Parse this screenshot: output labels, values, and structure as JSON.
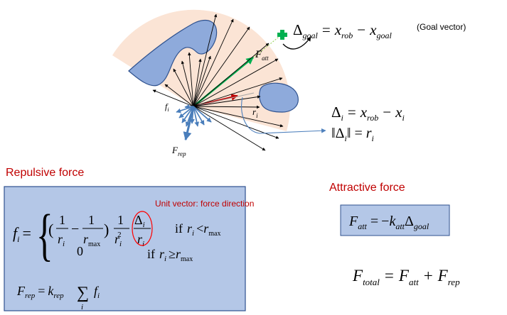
{
  "colors": {
    "region_fill": "#fbe4d5",
    "obstacle_fill": "#8eaadb",
    "obstacle_stroke": "#2f528f",
    "formula_box_fill": "#b4c7e7",
    "heading_red": "#c00000",
    "unit_vector_circle": "#ff0000",
    "goal_arrow": "#00b050",
    "red_arrow": "#c00000",
    "blue_arrow": "#4a7ebb",
    "pointer_blue": "#4f81bd"
  },
  "icons": {
    "goal_marker": "plus-icon"
  },
  "text": {
    "goal_note": "(Goal vector)",
    "repulsive_heading": "Repulsive force",
    "attractive_heading": "Attractive force",
    "unit_vector_note": "Unit vector: force direction"
  },
  "math": {
    "delta_goal": {
      "D": "Δ",
      "s1": "goal",
      "eq": "=",
      "x1": "x",
      "s2": "rob",
      "minus": "−",
      "x2": "x",
      "s3": "goal"
    },
    "delta_i": {
      "D": "Δ",
      "s1": "i",
      "eq": "=",
      "x1": "x",
      "s2": "rob",
      "minus": "−",
      "x2": "x",
      "s3": "i"
    },
    "norm_delta": {
      "bars_l": "‖",
      "D": "Δ",
      "s1": "i",
      "bars_r": "‖",
      "eq": "=",
      "r": "r",
      "s2": "i"
    },
    "f_att_def": {
      "F": "F",
      "s1": "att",
      "eq": "=",
      "minus": "−",
      "k": "k",
      "s2": "att",
      "D": "Δ",
      "s3": "goal"
    },
    "f_total_def": {
      "F1": "F",
      "s1": "total",
      "eq": "=",
      "F2": "F",
      "s2": "att",
      "plus": "+",
      "F3": "F",
      "s3": "rep"
    },
    "f_rep_def": {
      "F": "F",
      "s1": "rep",
      "eq": "=",
      "k": "k",
      "s2": "rep",
      "sum": "∑",
      "sum_sub": "i",
      "f": "f",
      "s3": "i"
    },
    "f_i_def": {
      "f": "f",
      "f_sub": "i",
      "eq": "=",
      "brace": "{",
      "lparen": "(",
      "one": "1",
      "r": "r",
      "r_sub": "i",
      "minus": "−",
      "rmax": "r",
      "rmax_sub": "max",
      "rparen": ")",
      "r2": "r",
      "r2_sub": "i",
      "r2_sup": "2",
      "D": "Δ",
      "D_sub": "i",
      "if1": "if",
      "lt": "<",
      "if2": "if",
      "geq": "≥",
      "zero": "0"
    },
    "labels": {
      "F": "F",
      "att": "att",
      "rep": "rep",
      "f": "f",
      "r": "r",
      "i": "i"
    }
  }
}
